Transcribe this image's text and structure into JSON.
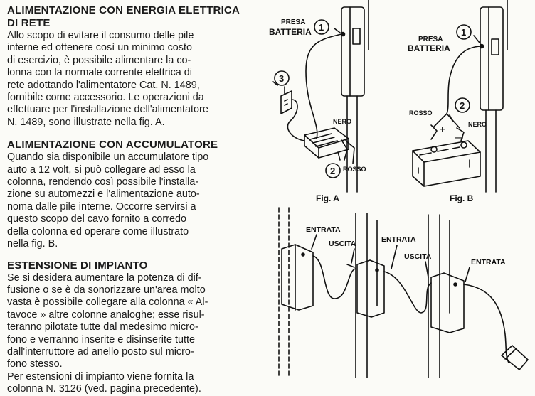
{
  "sections": [
    {
      "heading": "ALIMENTAZIONE CON ENERGIA ELETTRICA\nDI RETE",
      "body": "Allo scopo di evitare il consumo delle pile\ninterne ed ottenere così un minimo costo\ndi esercizio, è possibile alimentare la co-\nlonna con la normale corrente elettrica di\nrete adottando l'alimentatore Cat. N. 1489,\nfornibile come accessorio. Le operazioni da\neffettuare per l'installazione dell'alimentatore\nN. 1489, sono illustrate nella fig. A."
    },
    {
      "heading": "ALIMENTAZIONE CON ACCUMULATORE",
      "body": "Quando sia disponibile un accumulatore tipo\nauto a 12 volt, si può collegare ad esso la\ncolonna, rendendo così possibile l'installa-\nzione su automezzi e l'alimentazione auto-\nnoma dalle pile interne. Occorre servirsi a\nquesto scopo del cavo fornito a corredo\ndella colonna ed operare come illustrato\nnella fig. B."
    },
    {
      "heading": "ESTENSIONE DI IMPIANTO",
      "body": "Se si desidera aumentare la potenza di dif-\nfusione o se è da sonorizzare un'area molto\nvasta è possibile collegare alla colonna « Al-\ntavoce » altre colonne analoghe; esse risul-\nteranno pilotate tutte dal medesimo micro-\nfono e verranno inserite e disinserite tutte\ndall'interruttore ad anello posto sul micro-\nfono stesso.\nPer estensioni di impianto viene fornita la\ncolonna N. 3126 (ved. pagina precedente)."
    }
  ],
  "figures": {
    "fig_a": {
      "caption": "Fig. A",
      "presa": "PRESA",
      "batteria": "BATTERIA",
      "nero": "NERO",
      "rosso": "ROSSO",
      "callout_1": "1",
      "callout_2": "2",
      "callout_3": "3"
    },
    "fig_b": {
      "caption": "Fig. B",
      "presa": "PRESA",
      "batteria": "BATTERIA",
      "rosso": "ROSSO",
      "nero": "NERO",
      "plus": "+",
      "minus": "—",
      "callout_1": "1",
      "callout_2": "2"
    },
    "fig_c": {
      "entrata_1": "ENTRATA",
      "uscita_1": "USCITA",
      "entrata_2": "ENTRATA",
      "uscita_2": "USCITA",
      "entrata_3": "ENTRATA"
    }
  }
}
